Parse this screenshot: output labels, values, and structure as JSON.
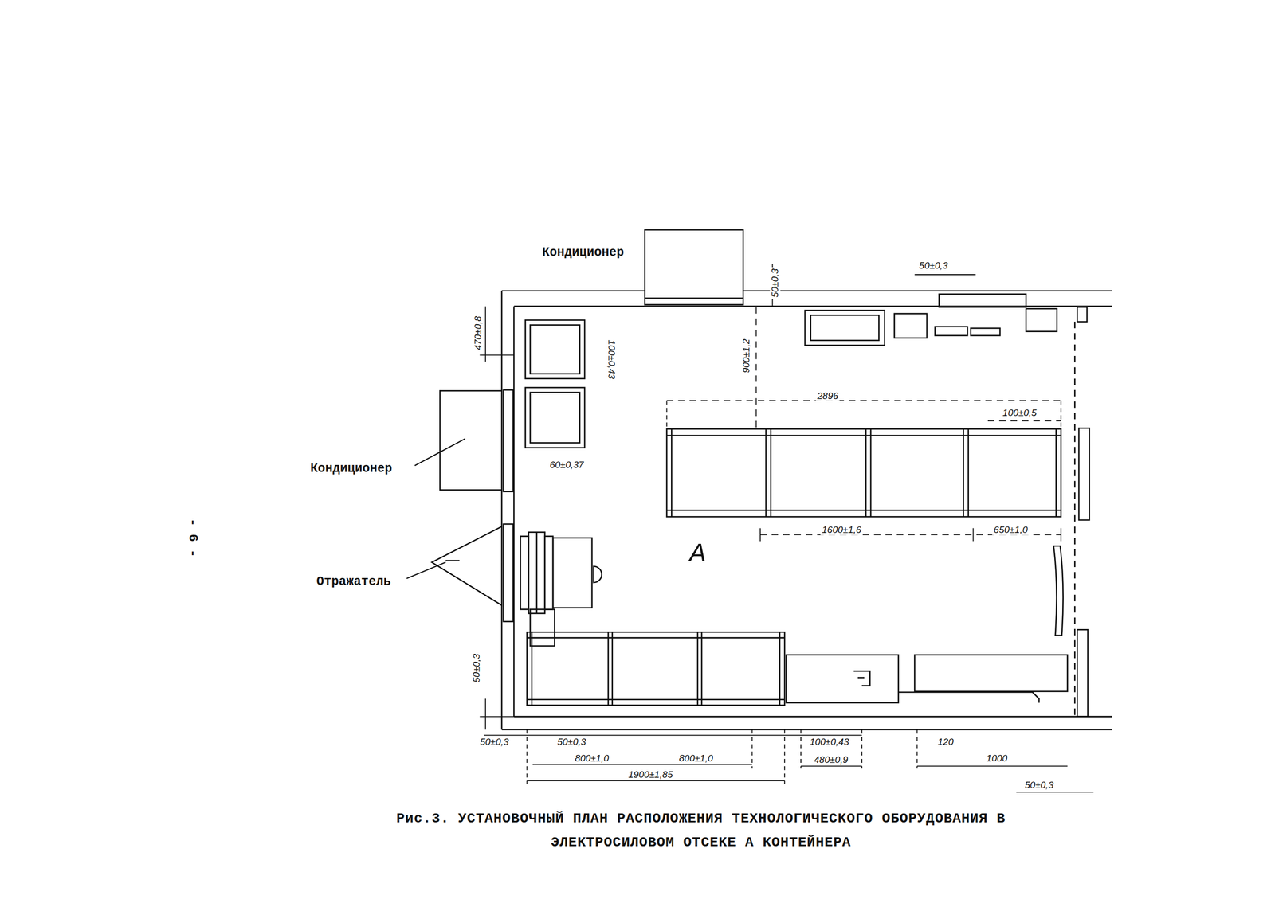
{
  "diagram": {
    "caption": "Рис.3. УСТАНОВОЧНЫЙ ПЛАН РАСПОЛОЖЕНИЯ ТЕХНОЛОГИЧЕСКОГО ОБОРУДОВАНИЯ В ЭЛЕКТРОСИЛОВОМ ОТСЕКЕ А КОНТЕЙНЕРА",
    "nodes": [
      {
        "text": [
          "А"
        ]
      }
    ],
    "labels": [
      "Кондиционер",
      "Кондиционер",
      "Отражатель",
      "50±0,3",
      "50±0,3",
      "470±0,8",
      "100±0,43",
      "60±0,37",
      "900±1,2",
      "2896",
      "100±0,5",
      "1600±1,6",
      "650±1,0",
      "50±0,3",
      "50±0,3",
      "50±0,3",
      "800±1,0",
      "800±1,0",
      "1900±1,85",
      "100±0,43",
      "480±0,9",
      "120",
      "1000",
      "50±0,3",
      "- 6 -"
    ]
  }
}
